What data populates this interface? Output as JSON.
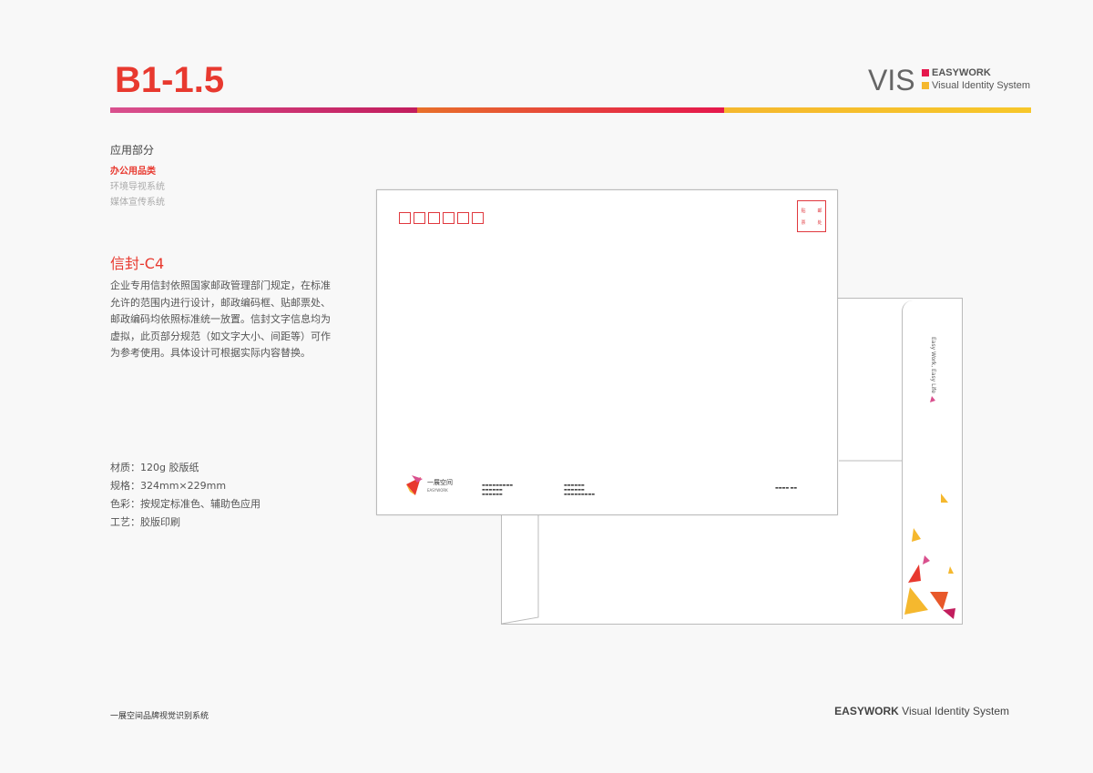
{
  "header": {
    "code": "B1-1.5",
    "vis": "VIS",
    "brand": "EASYWORK",
    "brand_sub": "Visual Identity System",
    "bar_colors": [
      "#d9508e",
      "#e8582a",
      "#f5b82e"
    ],
    "brand_colors": [
      "#e5184d",
      "#f5b82e"
    ]
  },
  "sidebar": {
    "section": "应用部分",
    "items": [
      {
        "label": "办公用品类",
        "active": true
      },
      {
        "label": "环境导视系统"
      },
      {
        "label": "媒体宣传系统"
      }
    ]
  },
  "item": {
    "title": "信封-C4",
    "description": "企业专用信封依照国家邮政管理部门规定，在标准允许的范围内进行设计，邮政编码框、贴邮票处、邮政编码均依照标准统一放置。信封文字信息均为虚拟，此页部分规范（如文字大小、间距等）可作为参考使用。具体设计可根据实际内容替换。",
    "specs": [
      "材质：120g 胶版纸",
      "规格：324mm×229mm",
      "色彩：按规定标准色、辅助色应用",
      "工艺：胶版印刷"
    ]
  },
  "envelope": {
    "stamp": [
      "贴",
      "邮",
      "票",
      "处"
    ],
    "logo_cn": "一展空间",
    "logo_en": "EASYWORK",
    "slogan": "Easy Work, Easy Life"
  },
  "footer": {
    "left": "一展空间品牌视觉识别系统",
    "right_bold": "EASYWORK",
    "right": " Visual Identity System"
  }
}
